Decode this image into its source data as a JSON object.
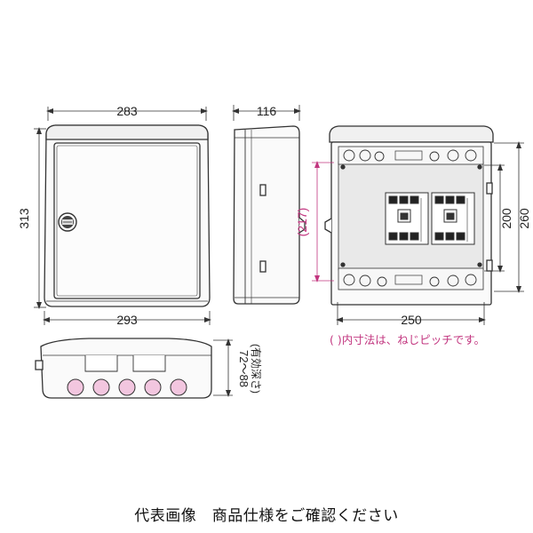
{
  "dimensions": {
    "front_width_top": "283",
    "front_height": "313",
    "front_width_bottom": "293",
    "side_depth": "116",
    "interior_height_pitch": "(217)",
    "interior_height": "200",
    "interior_height_outer": "260",
    "interior_width": "250",
    "bottom_depth_range": "72～88",
    "bottom_depth_note": "(有効深さ)"
  },
  "note": "( )内寸法は、ねじピッチです。",
  "caption": "代表画像　商品仕様をご確認ください",
  "colors": {
    "line": "#333333",
    "pink": "#c2357f",
    "knockout_fill": "#f2c6df",
    "panel_fill": "#e9e9e9"
  }
}
